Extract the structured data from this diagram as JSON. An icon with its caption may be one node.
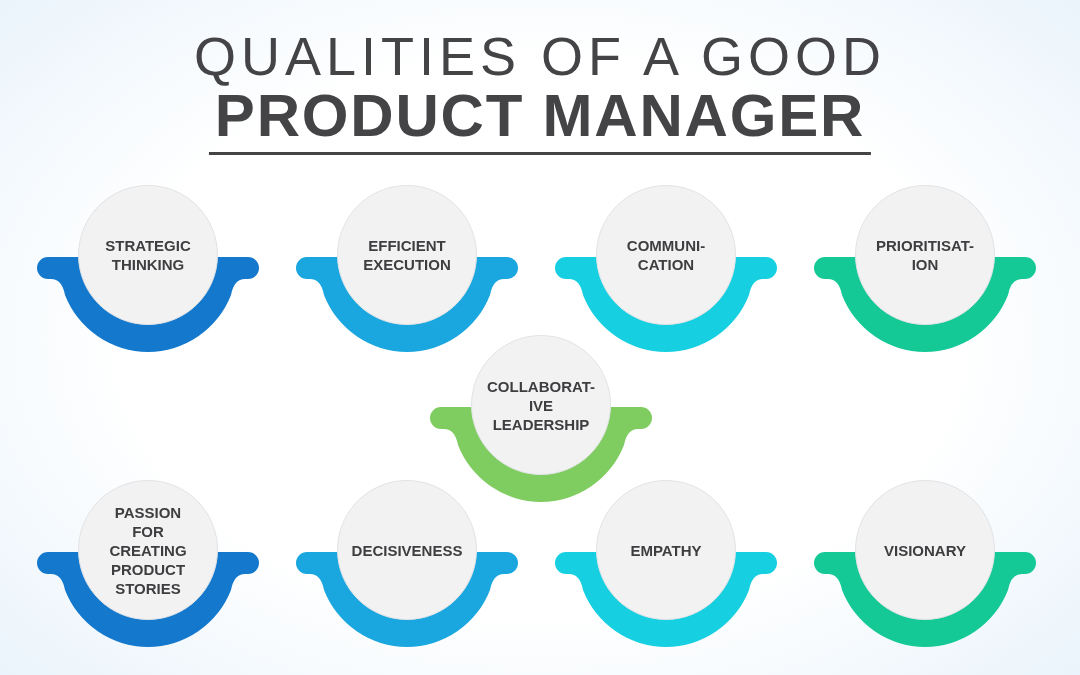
{
  "diagram": {
    "title": "QUALITIES OF A GOOD **PRODUCT MANAGER**",
    "nodes": [
      {
        "text": [
          "STRATEGIC THINKING"
        ]
      },
      {
        "text": [
          "EFFICIENT EXECUTION"
        ]
      },
      {
        "text": [
          "COMMUNI- CATION"
        ]
      },
      {
        "text": [
          "PRIORITISAT- ION"
        ]
      },
      {
        "text": [
          "COLLABORAT- IVE LEADERSHIP"
        ]
      },
      {
        "text": [
          "PASSION FOR CREATING PRODUCT STORIES"
        ]
      },
      {
        "text": [
          "DECISIVENESS"
        ]
      },
      {
        "text": [
          "EMPATHY"
        ]
      },
      {
        "text": [
          "VISIONARY"
        ]
      }
    ]
  }
}
